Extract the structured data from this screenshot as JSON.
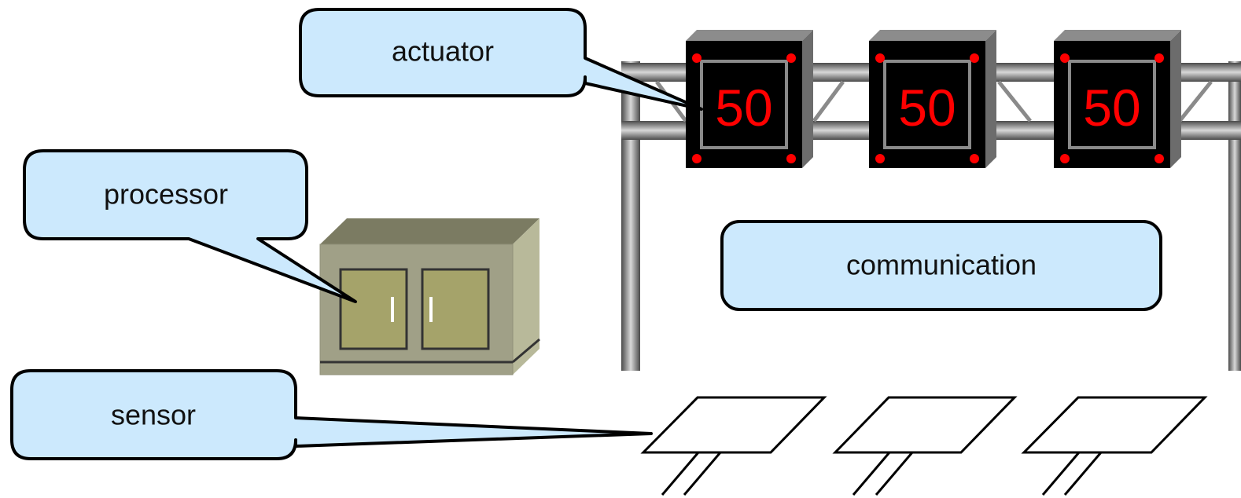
{
  "labels": {
    "actuator": "actuator",
    "processor": "processor",
    "sensor": "sensor",
    "communication": "communication"
  },
  "signs": [
    {
      "value": "50"
    },
    {
      "value": "50"
    },
    {
      "value": "50"
    }
  ],
  "colors": {
    "callout_fill": "#cce9fd",
    "callout_stroke": "#000000",
    "sign_text": "#ff0000",
    "sign_face": "#000000",
    "cabinet_body": "#a0a087",
    "cabinet_door": "#a5a36a"
  }
}
